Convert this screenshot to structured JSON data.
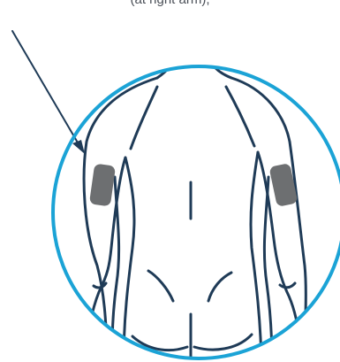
{
  "caption": "(at right arm),",
  "colors": {
    "circle": "#1ba3d6",
    "body_outline": "#1f3b57",
    "arrow": "#1f3b57",
    "injection_site": "#6d6f71",
    "background": "#ffffff"
  },
  "icons": {
    "arrow": "arrow-pointing-to-injection-site",
    "body": "human-back-upper-body-outline",
    "site": "upper-arm-injection-site-marker"
  }
}
